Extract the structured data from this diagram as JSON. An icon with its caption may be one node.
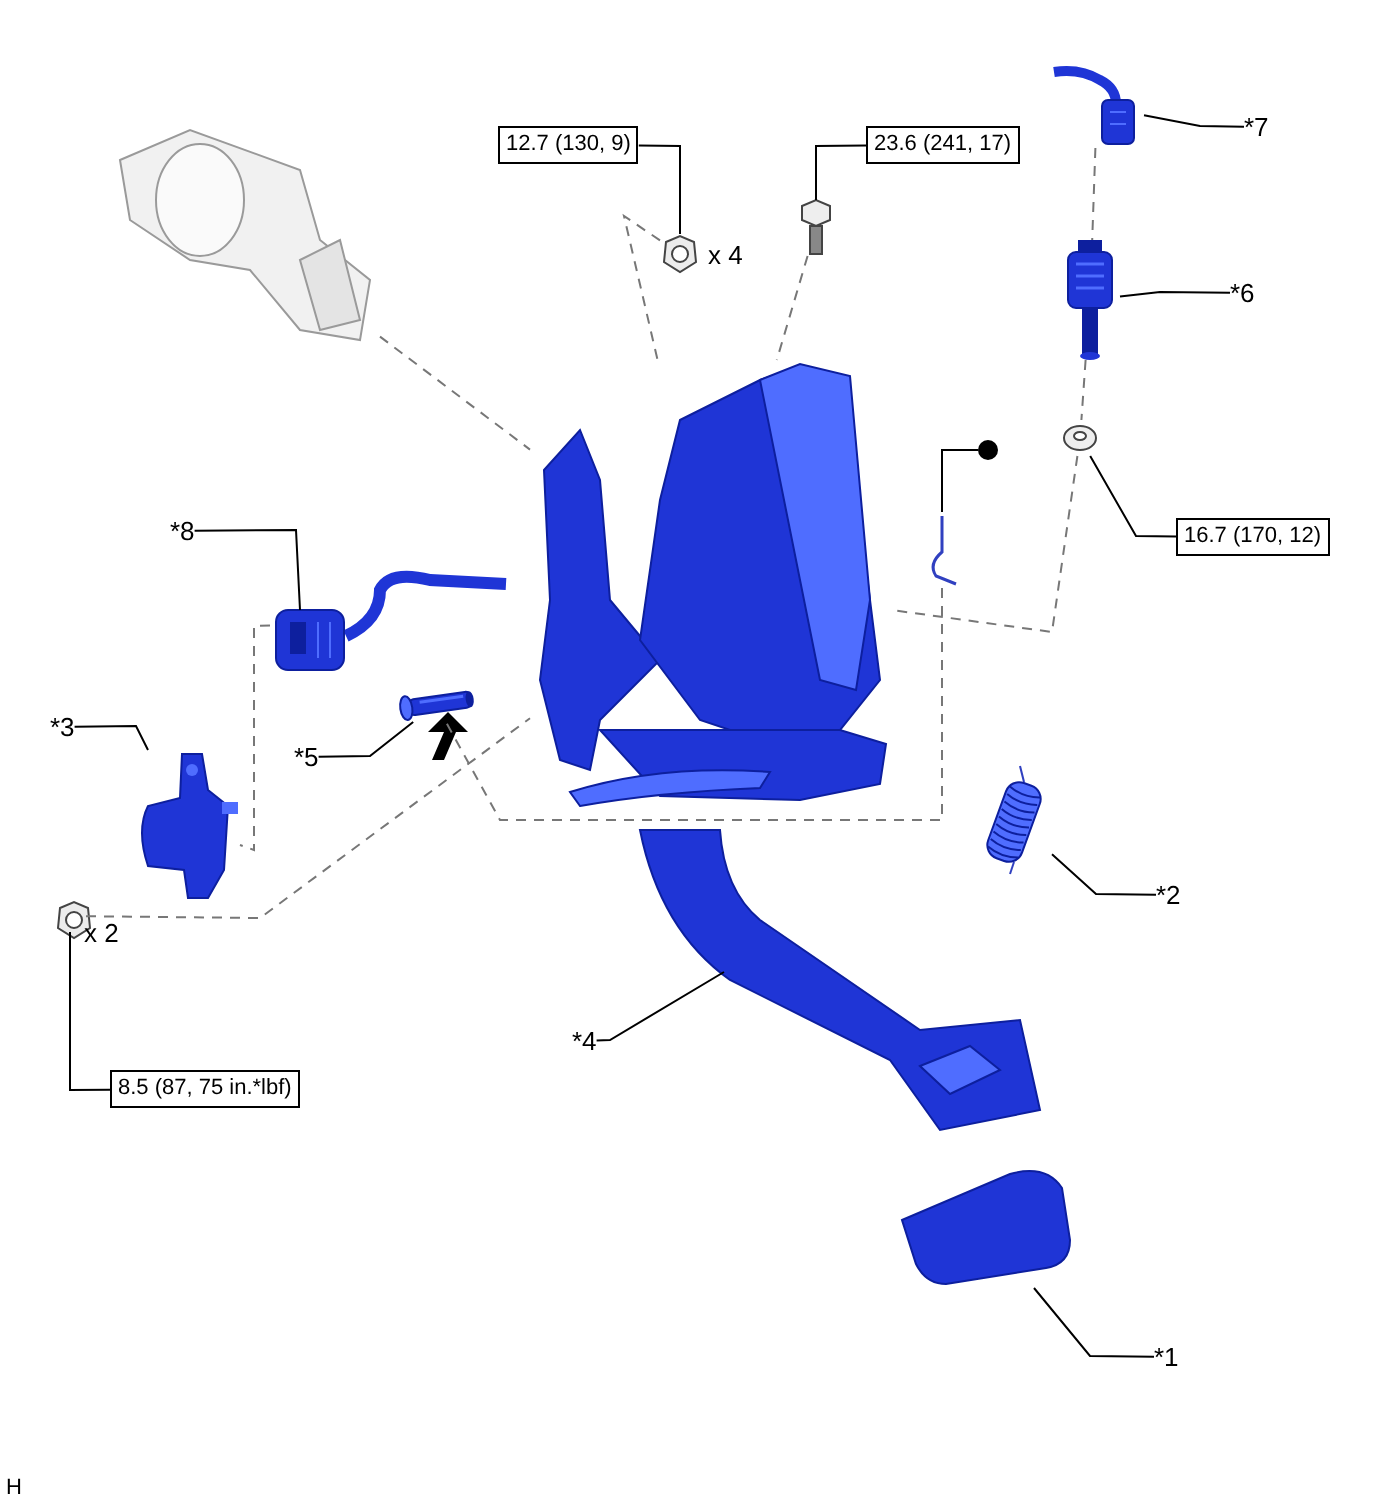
{
  "diagram": {
    "nodes": [
      {
        "text": [
          "12.7 (130, 9)"
        ]
      },
      {
        "text": [],
        "shape": "picture",
        "beside": [
          "x 4"
        ]
      },
      {
        "text": [
          "23.6 (241, 17)"
        ]
      },
      {
        "text": [],
        "shape": "picture"
      },
      {
        "text": [
          "*7"
        ]
      },
      {
        "text": [],
        "shape": "picture"
      },
      {
        "text": [
          "*6"
        ]
      },
      {
        "text": [],
        "shape": "picture"
      },
      {
        "text": [],
        "shape": "circle"
      },
      {
        "text": [],
        "shape": "picture"
      },
      {
        "text": [
          "16.7 (170, 12)"
        ]
      },
      {
        "text": [],
        "shape": "picture"
      },
      {
        "text": [
          "*8"
        ]
      },
      {
        "text": [],
        "shape": "picture"
      },
      {
        "text": [
          "*3"
        ]
      },
      {
        "text": [],
        "shape": "picture"
      },
      {
        "text": [
          "*5"
        ]
      },
      {
        "text": [],
        "shape": "picture"
      },
      {
        "text": [],
        "shape": "picture",
        "beside": [
          "x 2"
        ]
      },
      {
        "text": [
          "*2"
        ]
      },
      {
        "text": [],
        "shape": "picture"
      },
      {
        "text": [
          "*4"
        ]
      },
      {
        "text": [],
        "shape": "picture"
      },
      {
        "text": [
          "8.5 (87, 75 in.*lbf)"
        ]
      },
      {
        "text": [
          "*1"
        ]
      },
      {
        "text": [],
        "shape": "picture"
      },
      {
        "text": [],
        "shape": "picture"
      },
      {
        "text": [],
        "shape": "picture"
      }
    ],
    "edges": [
      {
        "from": 0,
        "to": 1,
        "arrow": "none"
      },
      {
        "from": 2,
        "to": 3,
        "arrow": "none"
      },
      {
        "from": 4,
        "to": 5,
        "arrow": "none"
      },
      {
        "from": 6,
        "to": 7,
        "arrow": "none"
      },
      {
        "from": 8,
        "to": 9,
        "arrow": "none"
      },
      {
        "from": 10,
        "to": 11,
        "arrow": "none"
      },
      {
        "from": 12,
        "to": 13,
        "arrow": "none"
      },
      {
        "from": 14,
        "to": 15,
        "arrow": "none"
      },
      {
        "from": 16,
        "to": 17,
        "arrow": "none"
      },
      {
        "from": 23,
        "to": 18,
        "arrow": "none"
      },
      {
        "from": 19,
        "to": 20,
        "arrow": "none"
      },
      {
        "from": 21,
        "to": 22,
        "arrow": "none"
      },
      {
        "from": 24,
        "to": 25,
        "arrow": "none"
      },
      {
        "from": 26,
        "to": 27,
        "arrow": "none",
        "style": "dashed",
        "color": "#777777"
      },
      {
        "from": 1,
        "to": 27,
        "arrow": "none",
        "style": "dashed",
        "color": "#777777"
      },
      {
        "from": 3,
        "to": 27,
        "arrow": "none",
        "style": "dashed",
        "color": "#777777"
      },
      {
        "from": 5,
        "to": 7,
        "arrow": "none",
        "style": "dashed",
        "color": "#777777"
      },
      {
        "from": 7,
        "to": 11,
        "arrow": "none",
        "style": "dashed",
        "color": "#777777"
      },
      {
        "from": 11,
        "to": 27,
        "arrow": "none",
        "style": "dashed",
        "color": "#777777"
      },
      {
        "from": 9,
        "to": 17,
        "arrow": "none",
        "style": "dashed",
        "color": "#777777"
      },
      {
        "from": 13,
        "to": 15,
        "arrow": "none",
        "style": "dashed",
        "color": "#777777"
      },
      {
        "from": 18,
        "to": 27,
        "arrow": "none",
        "style": "dashed",
        "color": "#777777"
      }
    ],
    "labels": [
      "H"
    ]
  }
}
